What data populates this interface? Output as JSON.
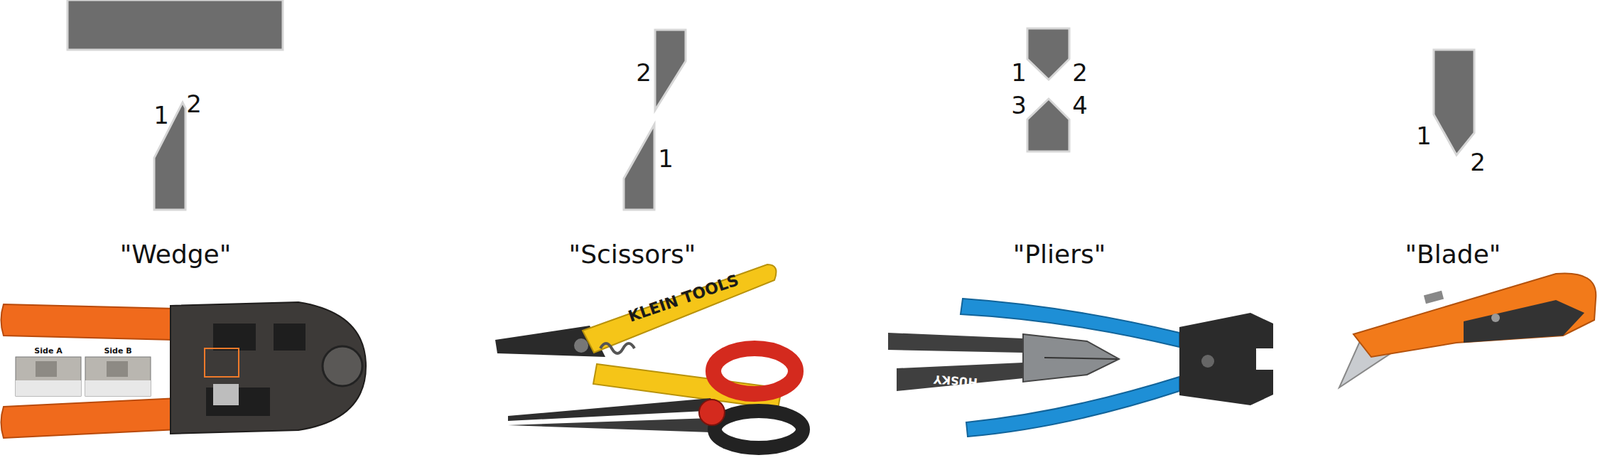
{
  "diagram": {
    "labels": [
      "1",
      "2",
      "2",
      "1",
      "1",
      "2",
      "3",
      "4",
      "1",
      "2",
      "\"Wedge\"",
      "\"Scissors\"",
      "\"Pliers\"",
      "\"Blade\"",
      "Side A",
      "Side B",
      "KLEIN TOOLS",
      "HUSKY"
    ]
  }
}
